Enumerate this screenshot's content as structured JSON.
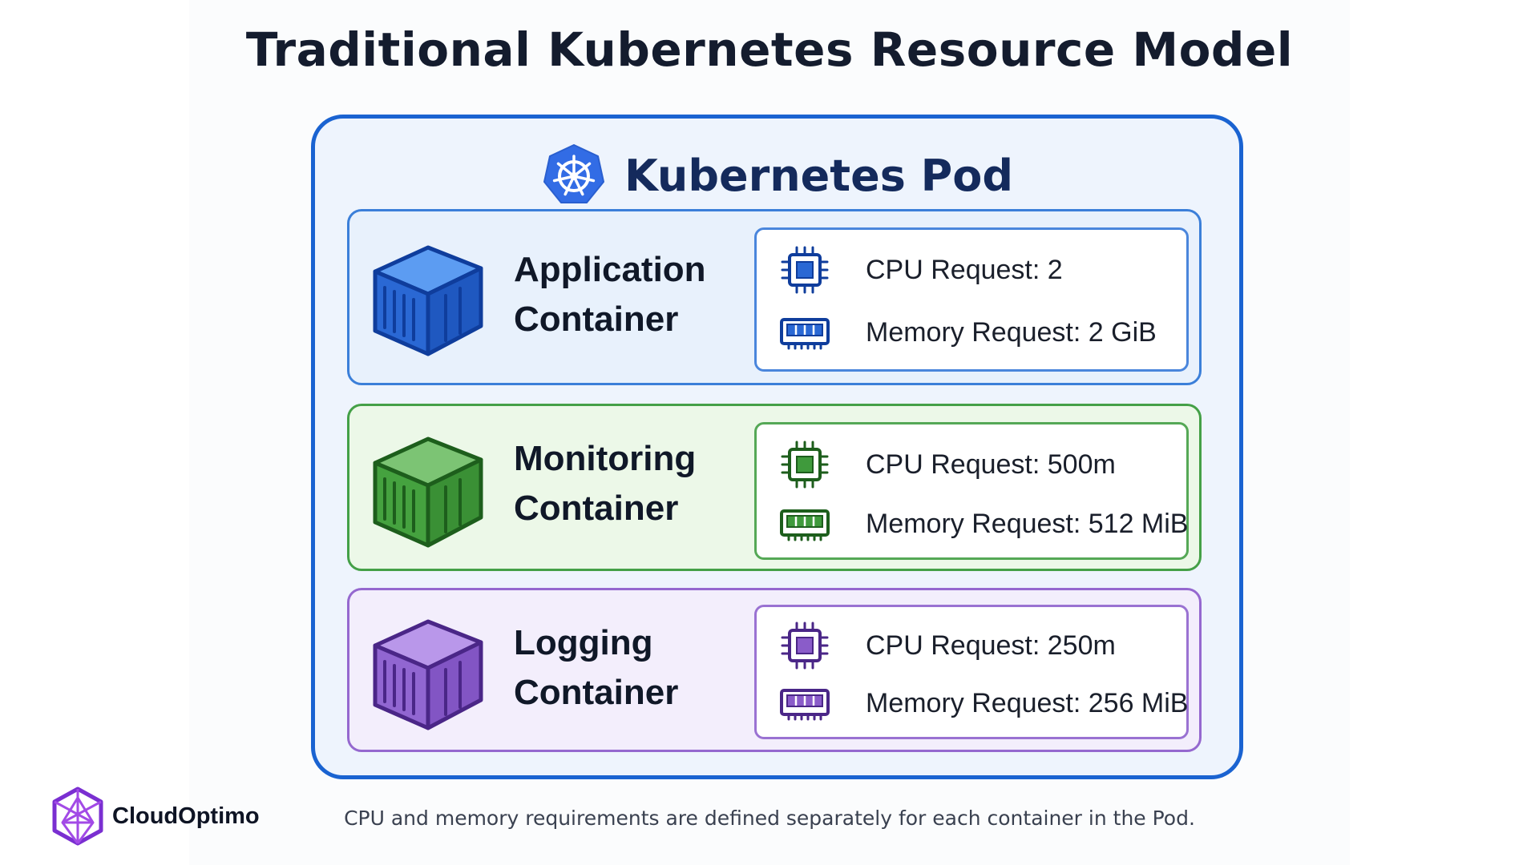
{
  "title": "Traditional Kubernetes Resource Model",
  "pod": {
    "title": "Kubernetes Pod",
    "logo_icon": "kubernetes-helm-icon",
    "border_color": "#1a63d1"
  },
  "containers": [
    {
      "name_line1": "Application",
      "name_line2": "Container",
      "color": "#2f6fdc",
      "cpu_label": "CPU Request: 2",
      "memory_label": "Memory Request: 2 GiB"
    },
    {
      "name_line1": "Monitoring",
      "name_line2": "Container",
      "color": "#3f9a3c",
      "cpu_label": "CPU Request: 500m",
      "memory_label": "Memory Request: 512 MiB"
    },
    {
      "name_line1": "Logging",
      "name_line2": "Container",
      "color": "#8a5cc9",
      "cpu_label": "CPU Request: 250m",
      "memory_label": "Memory Request: 256 MiB"
    }
  ],
  "icons": {
    "container": "shipping-container-icon",
    "cpu": "cpu-chip-icon",
    "memory": "memory-module-icon"
  },
  "footnote": "CPU and memory requirements are defined separately for each container in the Pod.",
  "brand": {
    "name": "CloudOptimo",
    "logo_icon": "cloudoptimo-logo-icon",
    "color": "#7a2fd1"
  }
}
